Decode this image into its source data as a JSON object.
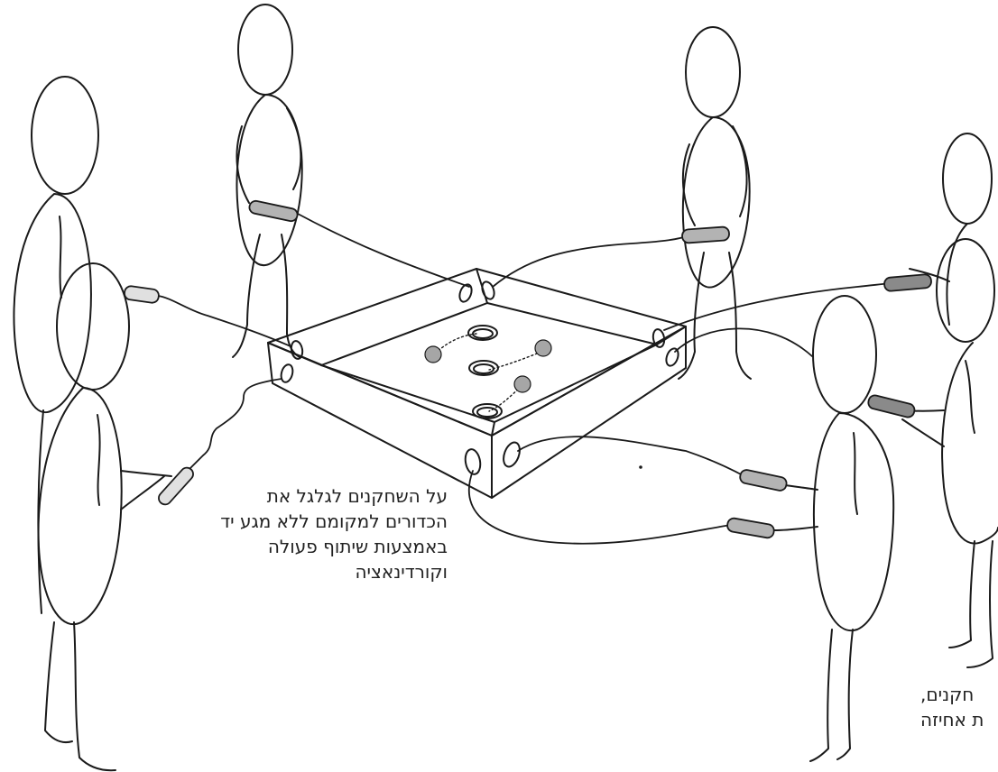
{
  "captions": {
    "main": {
      "lines": [
        "על השחקנים לגלגל את",
        "הכדורים למקומם ללא מגע יד",
        "באמצעות שיתוף פעולה",
        "וקורדינאציה"
      ]
    },
    "side": {
      "lines": [
        "חקנים,",
        "ת אחיזה"
      ]
    }
  },
  "colors": {
    "stroke": "#1a1a1a",
    "handle_light": "#e0e0e0",
    "handle_mid": "#b3b3b3",
    "handle_dark": "#8a8a8a",
    "ball": "#a6a6a6"
  }
}
